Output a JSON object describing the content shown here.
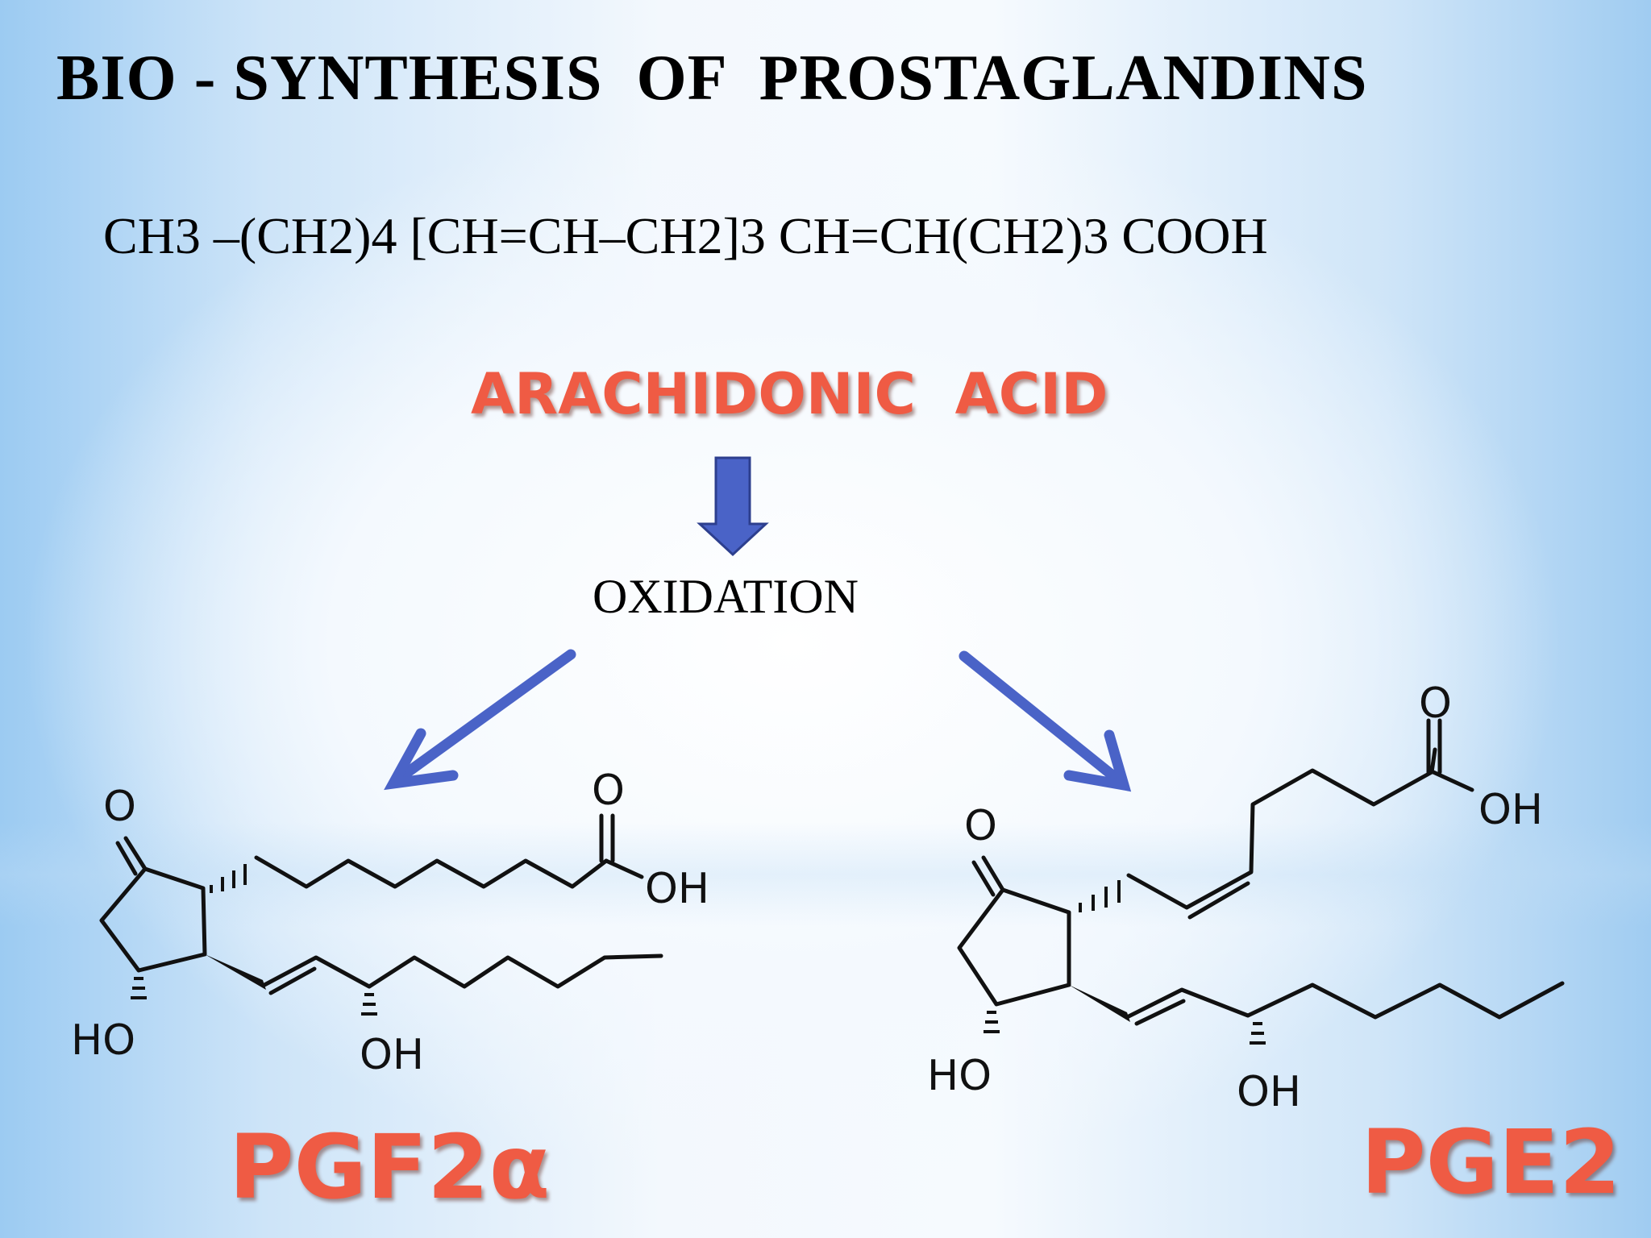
{
  "title": "BIO - SYNTHESIS  OF  PROSTAGLANDINS",
  "formula": "CH3 –(CH2)4 [CH=CH–CH2]3 CH=CH(CH2)3 COOH",
  "precursor": "ARACHIDONIC  ACID",
  "process": "OXIDATION",
  "colors": {
    "arrow": "#4a63c7",
    "label": "#ef5b44"
  },
  "products": [
    {
      "name": "PGF2α",
      "atoms": {
        "ketone": "O",
        "acid_o": "O",
        "acid_oh": "OH",
        "ring_ho": "HO",
        "chain_oh": "OH"
      }
    },
    {
      "name": "PGE2",
      "atoms": {
        "ketone": "O",
        "acid_o": "O",
        "acid_oh": "OH",
        "ring_ho": "HO",
        "chain_oh": "OH"
      }
    }
  ]
}
